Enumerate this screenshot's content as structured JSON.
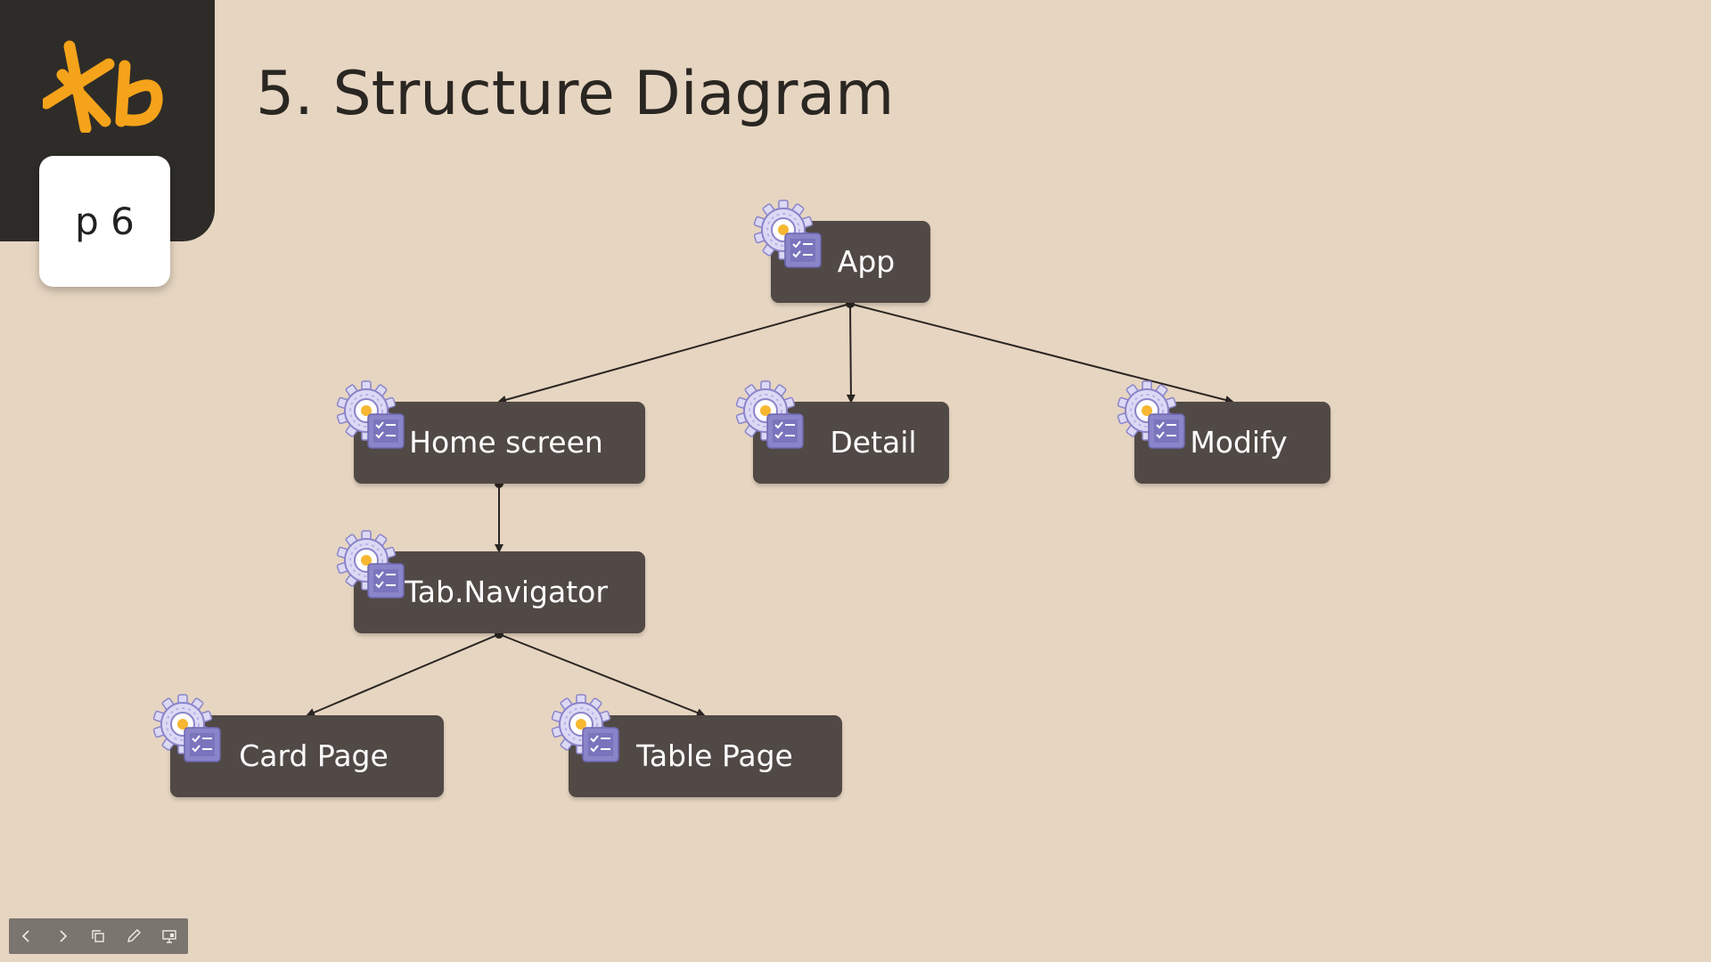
{
  "slide": {
    "title": "5. Structure Diagram",
    "page_label": "p 6"
  },
  "colors": {
    "background": "#e6d5c1",
    "corner_panel": "#2e2c28",
    "logo": "#f5a31a",
    "node_fill": "#514945",
    "node_text": "#ffffff",
    "connector": "#2a2622"
  },
  "diagram": {
    "nodes": [
      {
        "id": "app",
        "label": "App",
        "icon": "gear-checklist-icon"
      },
      {
        "id": "home",
        "label": "Home screen",
        "icon": "gear-checklist-icon"
      },
      {
        "id": "detail",
        "label": "Detail",
        "icon": "gear-checklist-icon"
      },
      {
        "id": "modify",
        "label": "Modify",
        "icon": "gear-checklist-icon"
      },
      {
        "id": "tabnav",
        "label": "Tab.Navigator",
        "icon": "gear-checklist-icon"
      },
      {
        "id": "card",
        "label": "Card Page",
        "icon": "gear-checklist-icon"
      },
      {
        "id": "table",
        "label": "Table Page",
        "icon": "gear-checklist-icon"
      }
    ],
    "edges": [
      {
        "from": "app",
        "to": "home"
      },
      {
        "from": "app",
        "to": "detail"
      },
      {
        "from": "app",
        "to": "modify"
      },
      {
        "from": "home",
        "to": "tabnav"
      },
      {
        "from": "tabnav",
        "to": "card"
      },
      {
        "from": "tabnav",
        "to": "table"
      }
    ]
  },
  "toolbar": {
    "buttons": [
      {
        "id": "prev",
        "icon": "chevron-left-icon"
      },
      {
        "id": "next",
        "icon": "chevron-right-icon"
      },
      {
        "id": "slides",
        "icon": "slides-icon"
      },
      {
        "id": "pen",
        "icon": "pen-icon"
      },
      {
        "id": "presenter",
        "icon": "presenter-icon"
      }
    ]
  }
}
